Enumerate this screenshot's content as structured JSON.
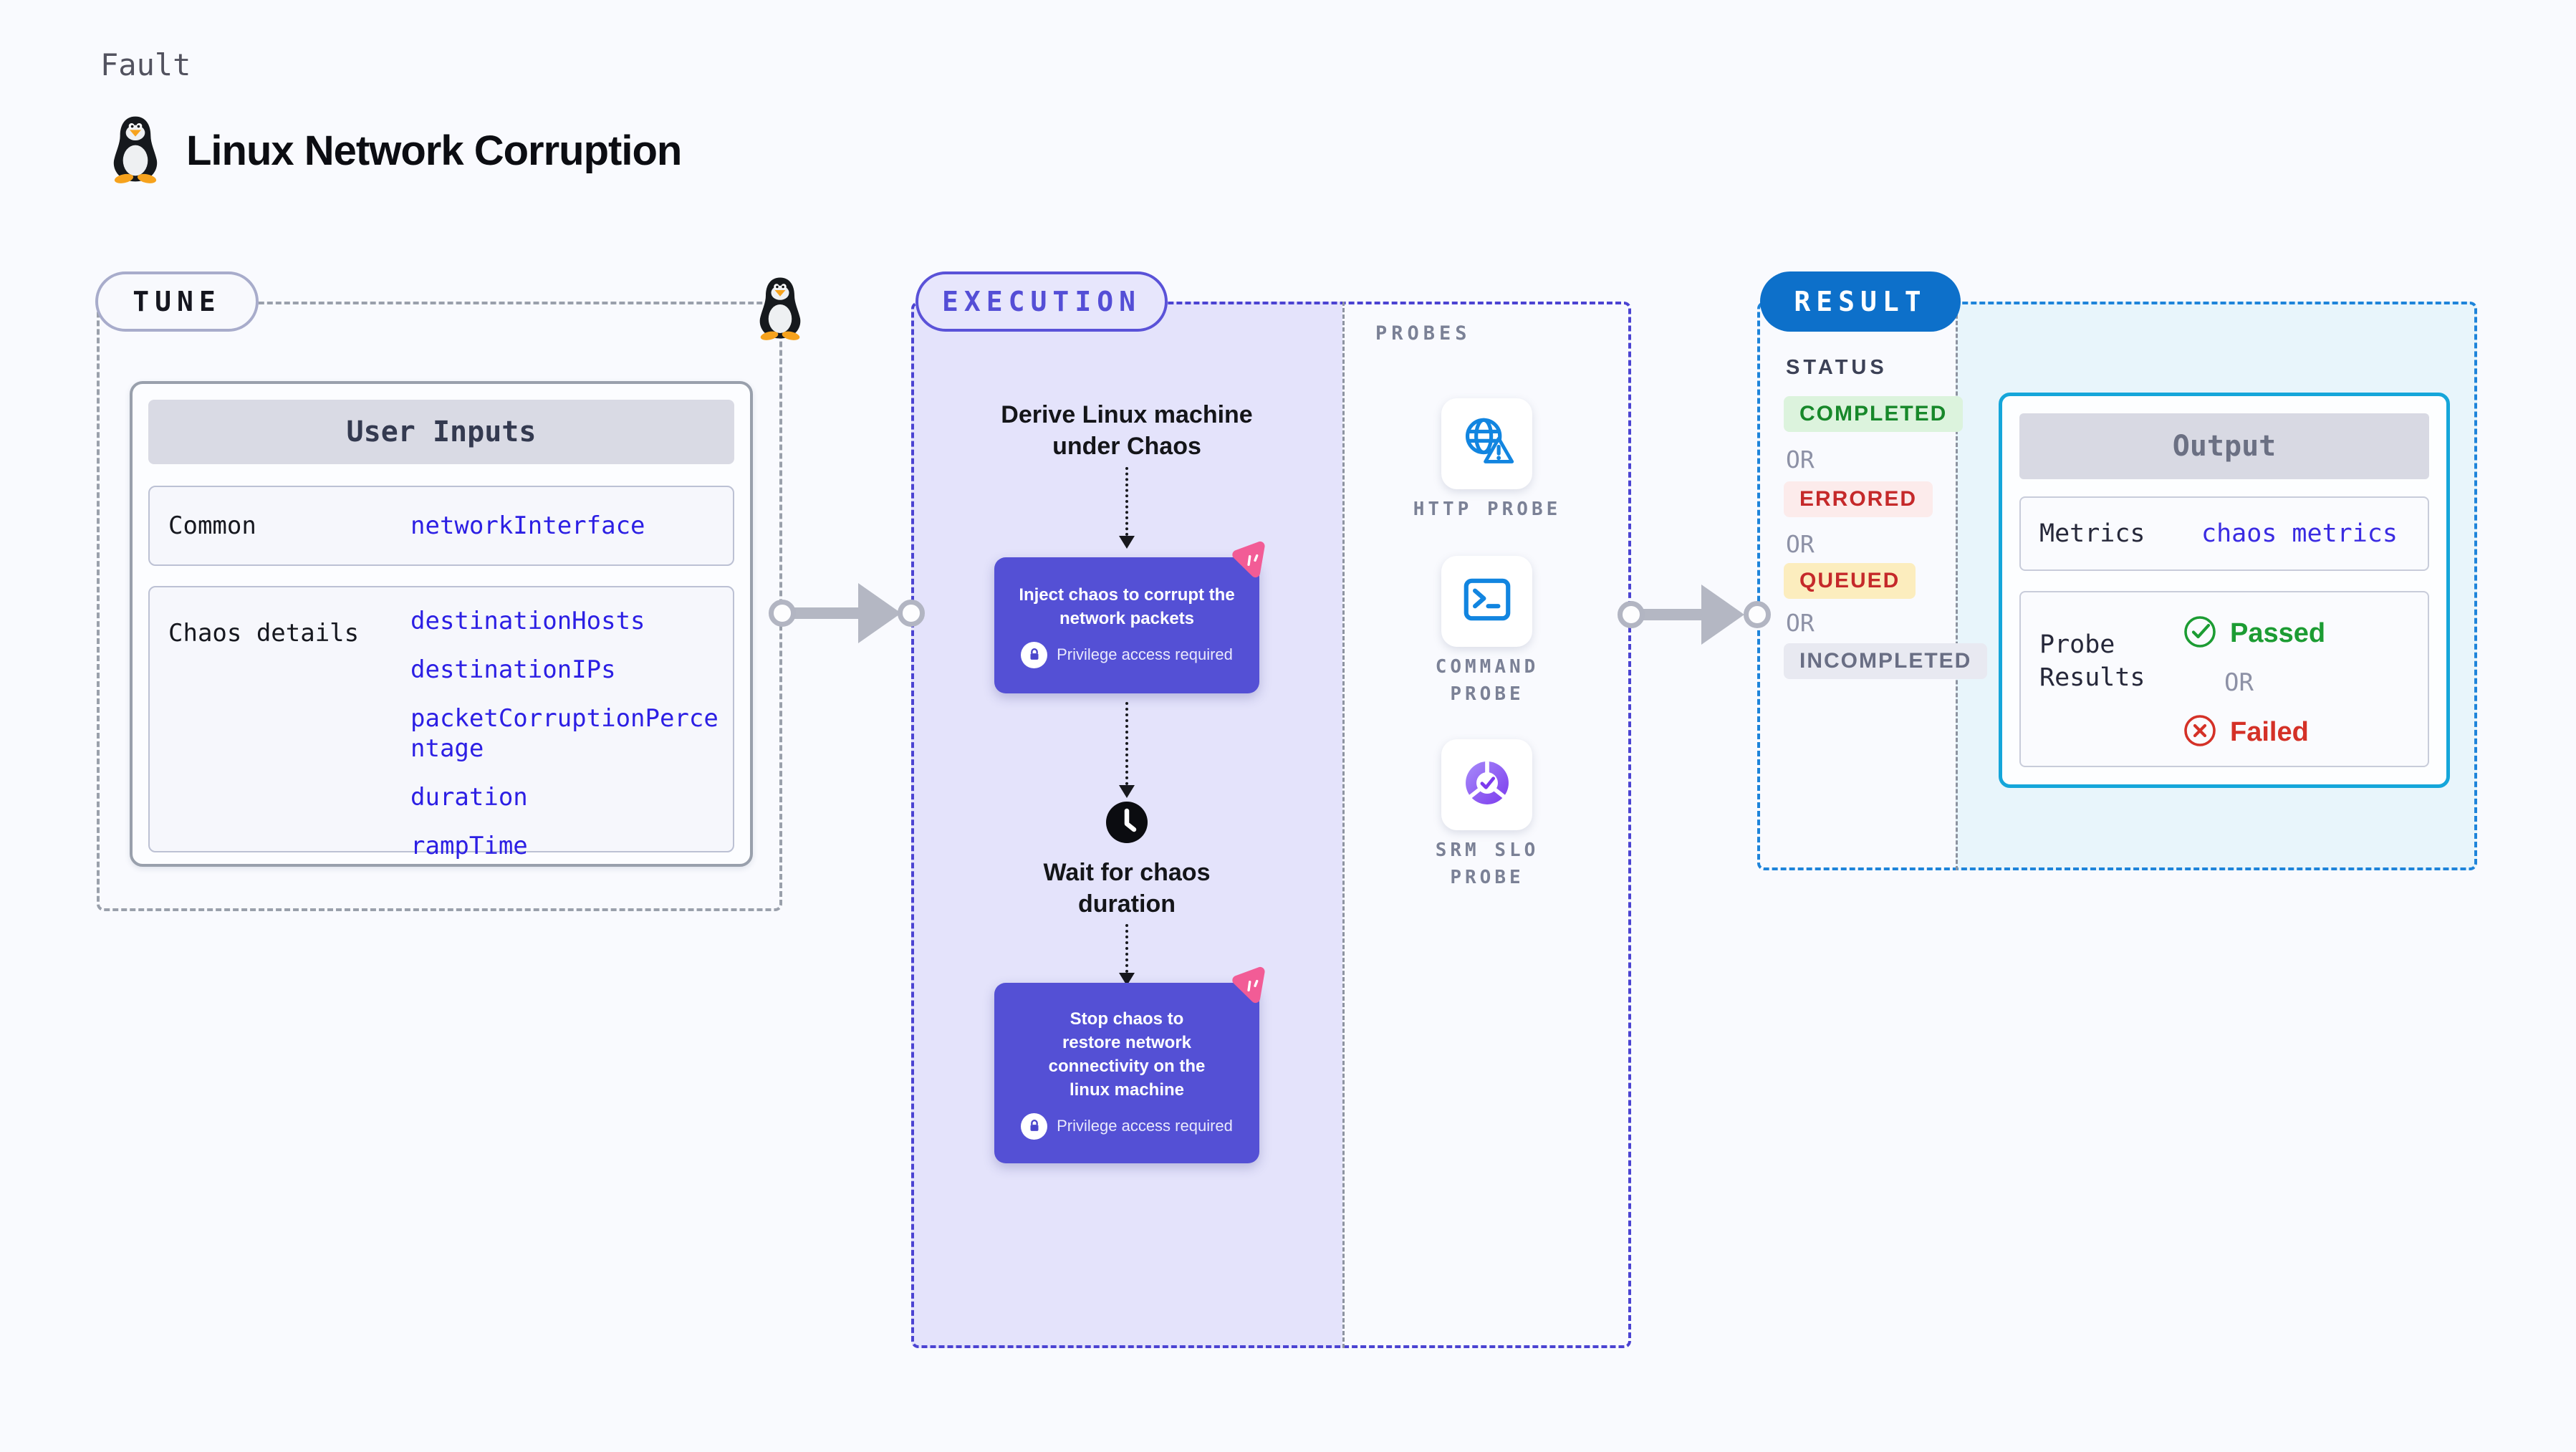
{
  "page": {
    "category_label": "Fault",
    "title": "Linux Network Corruption"
  },
  "colors": {
    "step_purple": "#5450d5",
    "execution_bg": "#e4e3fb",
    "execution_border": "#4b43d2",
    "result_badge_blue": "#0d70ca",
    "result_border_blue": "#1e84da",
    "result_bg": "#e8f5fb",
    "output_border_cyan": "#15a6da",
    "value_blue": "#2c1fe4",
    "arrow_gray": "#b4b7c3",
    "passed_green": "#1c9c33",
    "failed_red": "#d43127"
  },
  "tune": {
    "badge": "TUNE",
    "table": {
      "header": "User Inputs",
      "rows": [
        {
          "key": "Common",
          "values": [
            "networkInterface"
          ]
        },
        {
          "key": "Chaos details",
          "values": [
            "destinationHosts",
            "destinationIPs",
            "packetCorruptionPercentage",
            "duration",
            "rampTime"
          ]
        }
      ]
    }
  },
  "execution": {
    "badge": "EXECUTION",
    "derive_step": "Derive Linux machine under Chaos",
    "inject_step": "Inject chaos to corrupt the network packets",
    "wait_step": "Wait for chaos duration",
    "stop_step": "Stop chaos to restore network connectivity on the linux machine",
    "privilege_note": "Privilege access required",
    "probes": {
      "label": "PROBES",
      "items": [
        {
          "label": "HTTP PROBE",
          "icon": "globe-alert-icon"
        },
        {
          "label": "COMMAND PROBE",
          "icon": "terminal-icon"
        },
        {
          "label": "SRM SLO PROBE",
          "icon": "slo-donut-check-icon"
        }
      ]
    }
  },
  "result": {
    "badge": "RESULT",
    "status_label": "STATUS",
    "or_label": "OR",
    "statuses": [
      {
        "label": "COMPLETED",
        "bg": "#dcf3dd",
        "color": "#17882a"
      },
      {
        "label": "ERRORED",
        "bg": "#fcebeb",
        "color": "#c5292a"
      },
      {
        "label": "QUEUED",
        "bg": "#fcedbe",
        "color": "#c5292a"
      },
      {
        "label": "INCOMPLETED",
        "bg": "#e8e9f1",
        "color": "#696e84"
      }
    ],
    "output": {
      "header": "Output",
      "metrics_key": "Metrics",
      "metrics_value": "chaos metrics",
      "probe_key": "Probe Results",
      "passed_label": "Passed",
      "or_label": "OR",
      "failed_label": "Failed"
    }
  }
}
